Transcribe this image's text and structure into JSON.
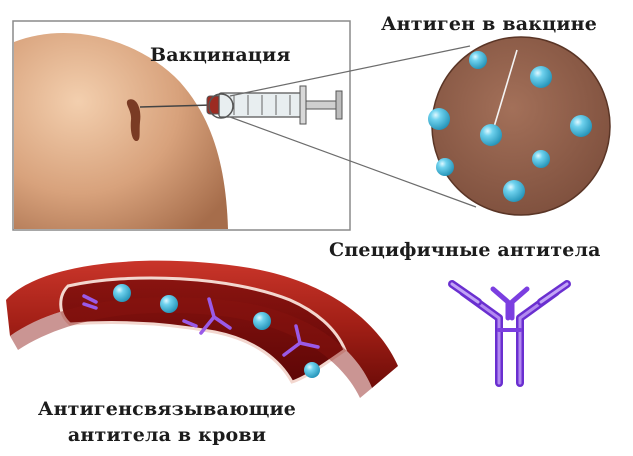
{
  "labels": {
    "vaccination": "Вакцинация",
    "antigen_in_vaccine": "Антиген в вакцине",
    "specific_antibodies": "Специфичные антитела",
    "blood_antibodies_line1": "Антигенсвязывающие",
    "blood_antibodies_line2": "антитела в крови"
  },
  "colors": {
    "skin": "#d8a27c",
    "magnified_circle": "#8a5d4a",
    "antigen": "#45b9d8",
    "antibody": "#8f49df",
    "vessel": "#a21f16",
    "vessel_inner": "#7a0b0b",
    "panel_border": "#8a8a8a"
  },
  "icons": [
    "skin-shoulder",
    "vaccine-syringe",
    "magnified-antigen-circle",
    "blood-vessel",
    "antigen-particle",
    "y-shaped-antibody-icon"
  ]
}
